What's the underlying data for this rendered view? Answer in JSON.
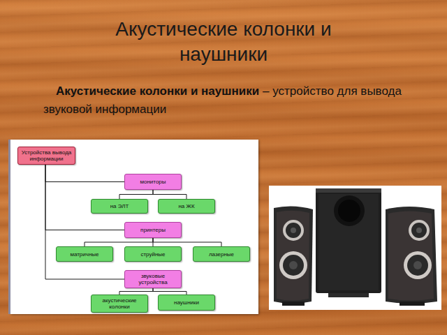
{
  "diagram": {
    "title": "Акустические колонки и наушники",
    "nodes": [
      {
        "text": [
          "Устройства вывода информации"
        ]
      },
      {
        "text": [
          "мониторы"
        ]
      },
      {
        "text": [
          "на ЭЛТ"
        ]
      },
      {
        "text": [
          "на ЖК"
        ]
      },
      {
        "text": [
          "принтеры"
        ]
      },
      {
        "text": [
          "матричные"
        ]
      },
      {
        "text": [
          "струйные"
        ]
      },
      {
        "text": [
          "лазерные"
        ]
      },
      {
        "text": [
          "звуковые устройства"
        ]
      },
      {
        "text": [
          "акустические колонки"
        ]
      },
      {
        "text": [
          "наушники"
        ]
      }
    ],
    "edges": [
      {
        "from": 0,
        "to": 1,
        "arrow": "none"
      },
      {
        "from": 0,
        "to": 4,
        "arrow": "none"
      },
      {
        "from": 0,
        "to": 8,
        "arrow": "none"
      },
      {
        "from": 1,
        "to": 2,
        "arrow": "none"
      },
      {
        "from": 1,
        "to": 3,
        "arrow": "none"
      },
      {
        "from": 4,
        "to": 5,
        "arrow": "none"
      },
      {
        "from": 4,
        "to": 6,
        "arrow": "none"
      },
      {
        "from": 4,
        "to": 7,
        "arrow": "none"
      },
      {
        "from": 8,
        "to": 9,
        "arrow": "none"
      },
      {
        "from": 8,
        "to": 10,
        "arrow": "none"
      }
    ],
    "labels": [
      "Акустические колонки и наушники",
      "– устройство для вывода звуковой информации"
    ]
  }
}
